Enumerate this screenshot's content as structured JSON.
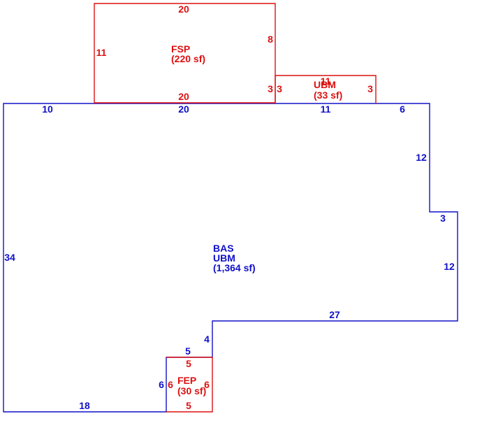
{
  "colors": {
    "base": "#1010c8",
    "addition": "#dd1111",
    "background": "#ffffff"
  },
  "areas": {
    "bas": {
      "code": "BAS",
      "subcode": "UBM",
      "area": "(1,364 sf)"
    },
    "fsp": {
      "code": "FSP",
      "area": "(220 sf)"
    },
    "ubm": {
      "code": "UBM",
      "area": "(33 sf)"
    },
    "fep": {
      "code": "FEP",
      "area": "(30 sf)"
    }
  },
  "dimensions": {
    "bas": {
      "top_left": "10",
      "top_mid": "20",
      "top_ubm": "11",
      "top_right": "6",
      "right_upper": "12",
      "step": "3",
      "right_lower": "12",
      "notch_top": "27",
      "notch_side": "4",
      "fep_top": "5",
      "fep_side": "6",
      "bottom": "18",
      "left": "34"
    },
    "fsp": {
      "top": "20",
      "left": "11",
      "right": "8",
      "bottom": "20",
      "right_lower": "3"
    },
    "ubm": {
      "top": "11",
      "left": "3",
      "right": "3"
    },
    "fep": {
      "top": "5",
      "left": "6",
      "right": "6",
      "bottom": "5"
    }
  }
}
